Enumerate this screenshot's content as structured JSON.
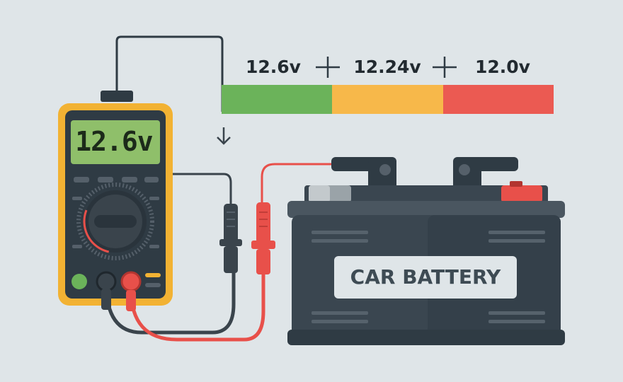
{
  "voltage_scale": {
    "labels": [
      "12.6v",
      "12.24v",
      "12.0v"
    ],
    "colors": [
      "#6bb35a",
      "#f7b84a",
      "#eb5a52"
    ]
  },
  "multimeter": {
    "display_reading": "12.6v",
    "body_color": "#f2b233",
    "screen_color": "#8fbf6a"
  },
  "battery": {
    "label": "CAR BATTERY",
    "body_color": "#3a4650"
  },
  "probes": {
    "red_color": "#e8504a",
    "black_color": "#3a444c"
  },
  "icons": [
    "arrow-down-icon",
    "plus-icon",
    "plus-icon"
  ]
}
